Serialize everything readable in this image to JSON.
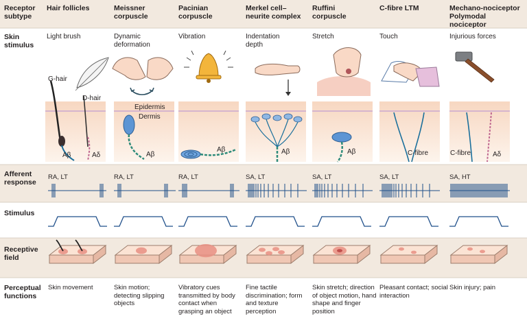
{
  "row_labels": {
    "receptor_subtype": "Receptor subtype",
    "skin_stimulus": "Skin stimulus",
    "afferent_response": "Afferent response",
    "stimulus": "Stimulus",
    "receptive_field": "Receptive field",
    "perceptual_functions": "Perceptual functions"
  },
  "columns": [
    {
      "name": "Hair follicles",
      "stimulus": "Light brush",
      "response": "RA, LT",
      "perception": "Skin movement"
    },
    {
      "name": "Meissner corpuscle",
      "stimulus": "Dynamic deformation",
      "response": "RA, LT",
      "perception": "Skin motion; detecting slipping objects"
    },
    {
      "name": "Pacinian corpuscle",
      "stimulus": "Vibration",
      "response": "RA, LT",
      "perception": "Vibratory cues transmitted by body contact when grasping an object"
    },
    {
      "name": "Merkel cell–neurite complex",
      "stimulus": "Indentation depth",
      "response": "SA, LT",
      "perception": "Fine tactile discrimination; form and texture perception"
    },
    {
      "name": "Ruffini corpuscle",
      "stimulus": "Stretch",
      "response": "SA, LT",
      "perception": "Skin stretch; direction of object motion, hand shape and finger position"
    },
    {
      "name": "C-fibre LTM",
      "stimulus": "Touch",
      "response": "SA, LT",
      "perception": "Pleasant contact; social interaction"
    },
    {
      "name": "Mechano-nociceptor Polymodal nociceptor",
      "stimulus": "Injurious forces",
      "response": "SA, HT",
      "perception": "Skin injury; pain"
    }
  ],
  "tissue_labels": {
    "epidermis": "Epidermis",
    "dermis": "Dermis"
  },
  "fibre_labels": {
    "g_hair": "G-hair",
    "d_hair": "D-hair",
    "a_beta": "Aβ",
    "a_delta": "Aδ",
    "c_fibre": "C-fibre"
  },
  "colors": {
    "band": "#f2e9df",
    "skin": "#f9ddc8",
    "epidermis_line": "#c9a7cf",
    "nerve": "#1a6f9c",
    "myelin": "#2e8b7a",
    "spike": "#1f4f8a",
    "receptive_spot": "#e88f83"
  }
}
